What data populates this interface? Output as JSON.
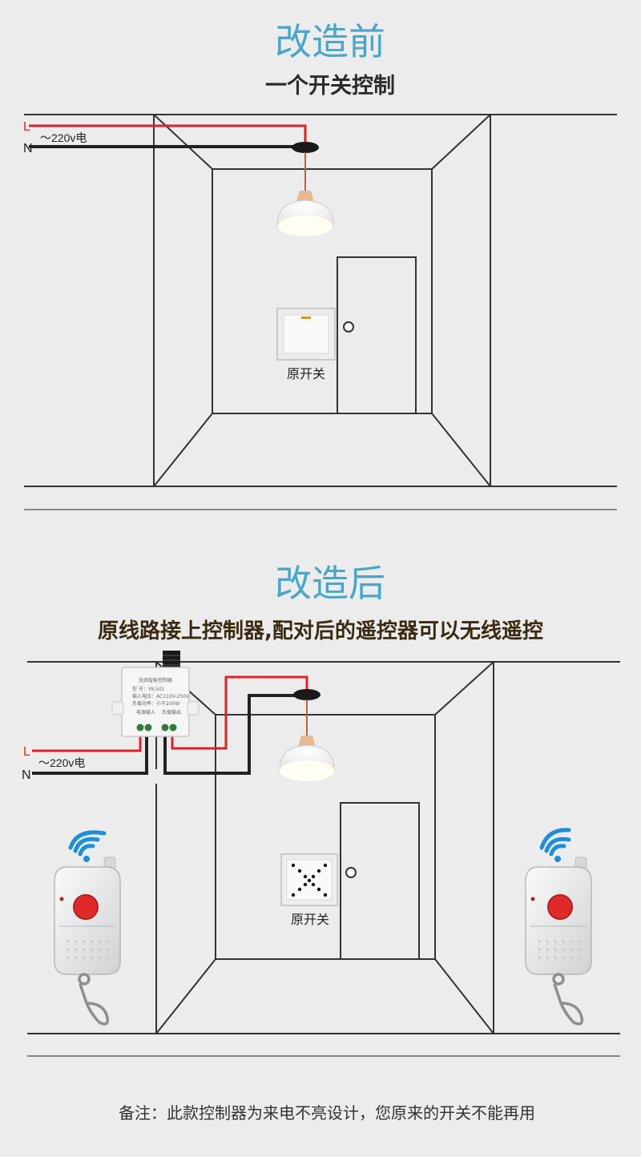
{
  "before": {
    "title": "改造前",
    "subtitle": "一个开关控制",
    "wire_live": "L",
    "wire_neutral": "N",
    "voltage": "～220v电",
    "switch_label": "原开关"
  },
  "after": {
    "title": "改造后",
    "subtitle": "原线路接上控制器,配对后的遥控器可以无线遥控",
    "wire_live": "L",
    "wire_neutral": "N",
    "voltage": "～220v电",
    "switch_label": "原开关",
    "controller": {
      "name": "无线智能控制器",
      "model": "型  号：YK-501",
      "input_voltage": "输入电压：AC110V-250V",
      "load_power": "负载功率：小于200W",
      "power_in": "电源输入",
      "load_out": "负载输出"
    }
  },
  "note": "备注：此款控制器为来电不亮设计，您原来的开关不能再用",
  "colors": {
    "title": "#4aa6c8",
    "live_wire": "#e0202a",
    "neutral_wire": "#222222",
    "wall_line": "#333333",
    "remote_button": "#e02a2a",
    "wifi_signal": "#1e8ed8"
  }
}
